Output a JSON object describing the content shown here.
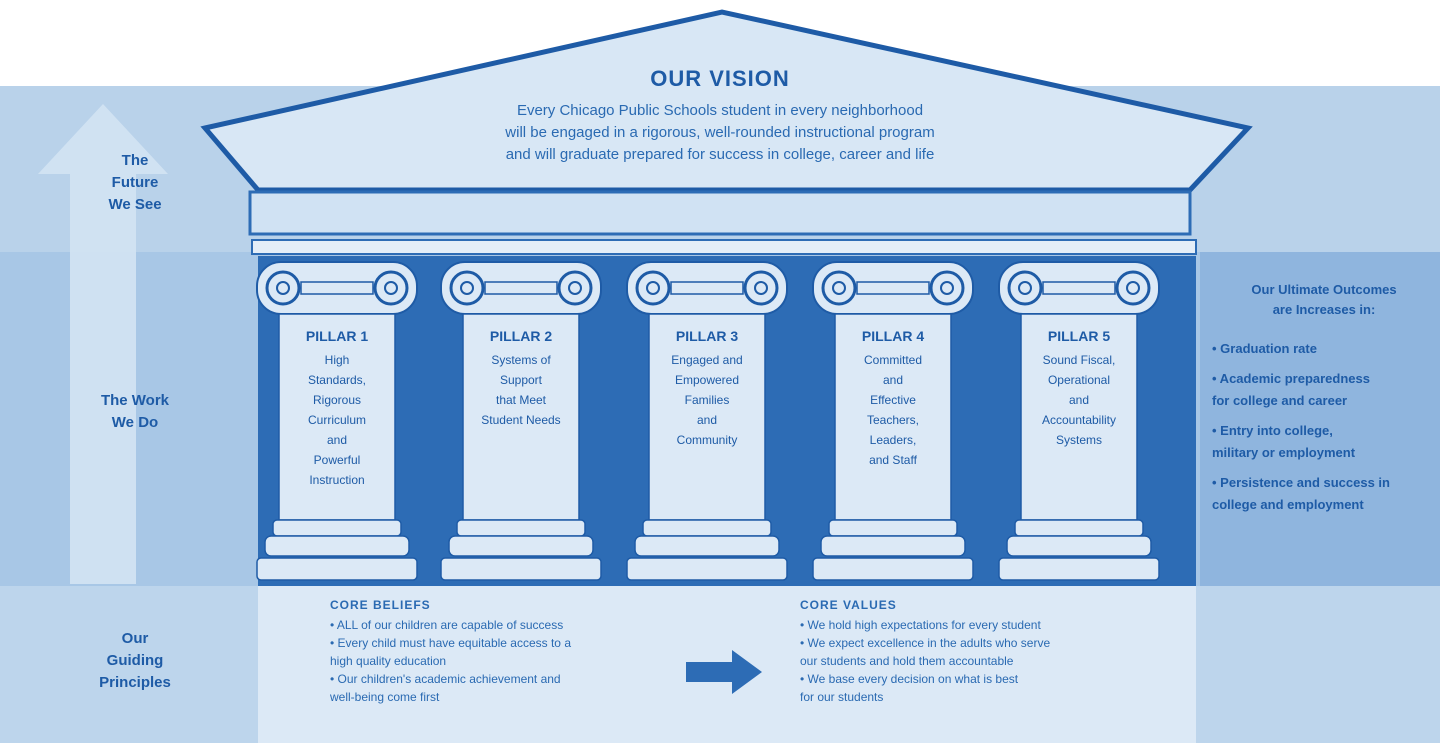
{
  "left_labels": {
    "future": "The\nFuture\nWe See",
    "work": "The Work\nWe Do",
    "principles": "Our\nGuiding\nPrinciples"
  },
  "vision": {
    "title": "OUR VISION",
    "lines": [
      "Every Chicago Public Schools student in every neighborhood",
      "will be engaged in a rigorous, well-rounded instructional program",
      "and will graduate prepared for success in college, career and life"
    ]
  },
  "pillars": [
    {
      "title": "PILLAR 1",
      "desc": "High\nStandards,\nRigorous\nCurriculum\nand\nPowerful\nInstruction"
    },
    {
      "title": "PILLAR 2",
      "desc": "Systems of\nSupport\nthat Meet\nStudent Needs"
    },
    {
      "title": "PILLAR 3",
      "desc": "Engaged and\nEmpowered\nFamilies\nand\nCommunity"
    },
    {
      "title": "PILLAR 4",
      "desc": "Committed\nand\nEffective\nTeachers,\nLeaders,\nand Staff"
    },
    {
      "title": "PILLAR 5",
      "desc": "Sound Fiscal,\nOperational\nand\nAccountability\nSystems"
    }
  ],
  "outcomes": {
    "title": "Our Ultimate Outcomes\nare Increases in:",
    "items": [
      "• Graduation rate",
      "• Academic preparedness\nfor college and career",
      "• Entry into college,\nmilitary or employment",
      "• Persistence and success in\ncollege and employment"
    ]
  },
  "core_beliefs": {
    "title": "CORE BELIEFS",
    "items": [
      "• ALL of our children are capable of success",
      "• Every child must have equitable access to a\n  high quality education",
      "• Our children's academic achievement and\n  well-being come first"
    ]
  },
  "core_values": {
    "title": "CORE VALUES",
    "items": [
      "• We hold high expectations for every student",
      "• We expect excellence in the adults who serve\n  our students and hold them accountable",
      "• We base every decision on what is best\n  for our students"
    ]
  },
  "colors": {
    "dark_blue": "#1e5ba6",
    "pillar_fill": "#dce9f6",
    "pillar_shadow": "#2d6cb5"
  }
}
